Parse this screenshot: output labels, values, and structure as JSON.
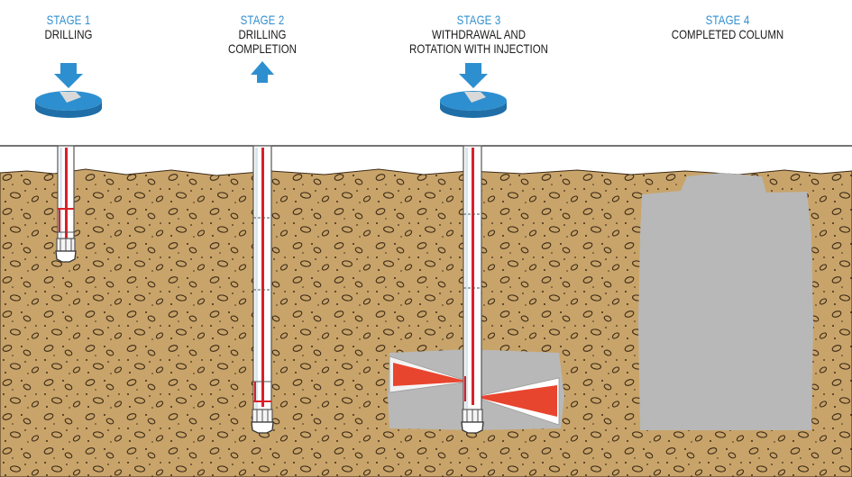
{
  "stages": [
    {
      "number": "STAGE 1",
      "lines": [
        "DRILLING"
      ],
      "icon": "rotate-down-arrow-icon"
    },
    {
      "number": "STAGE 2",
      "lines": [
        "DRILLING",
        "COMPLETION"
      ],
      "icon": "up-arrow-icon"
    },
    {
      "number": "STAGE 3",
      "lines": [
        "WITHDRAWAL AND",
        "ROTATION WITH INJECTION"
      ],
      "icon": "rotate-down-arrow-icon"
    },
    {
      "number": "STAGE 4",
      "lines": [
        "COMPLETED COLUMN"
      ],
      "icon": ""
    }
  ],
  "colors": {
    "accent_blue": "#2e8fd0",
    "soil": "#c9a46a",
    "grout": "#b8b8b8",
    "injection_red": "#e8452f",
    "rod_red": "#d8202a"
  }
}
